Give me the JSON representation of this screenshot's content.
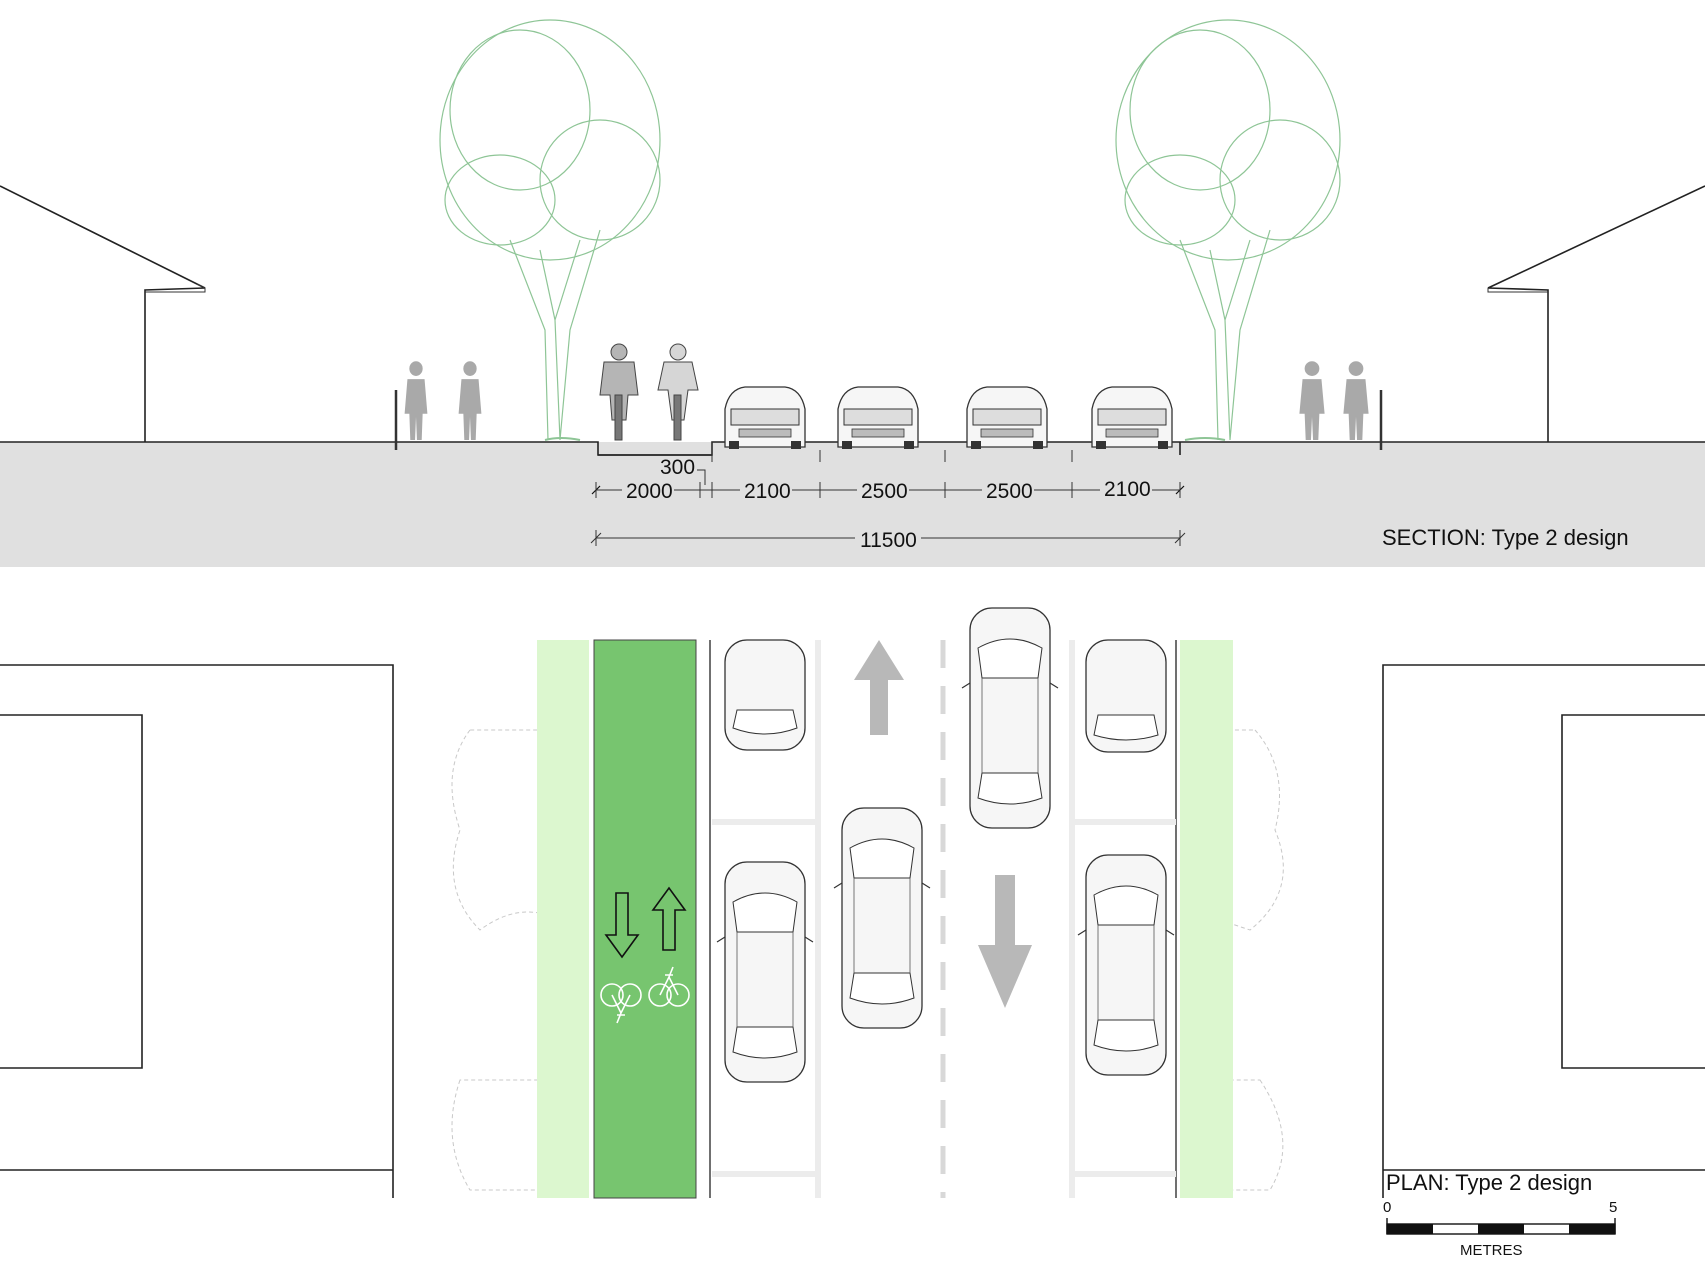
{
  "section": {
    "caption": "SECTION: Type 2 design",
    "offset_label": "300",
    "segments": [
      "2000",
      "2100",
      "2500",
      "2500",
      "2100"
    ],
    "total": "11500"
  },
  "plan": {
    "caption": "PLAN: Type 2 design",
    "scale": {
      "start": "0",
      "end": "5",
      "unit": "METRES"
    }
  },
  "colors": {
    "cycle_lane": "#77c56f",
    "verge": "#dcf7cf",
    "ground": "#e0e0e0",
    "tree": "#8ec596",
    "arrow": "#b8b8b8",
    "marking": "#ececec"
  }
}
